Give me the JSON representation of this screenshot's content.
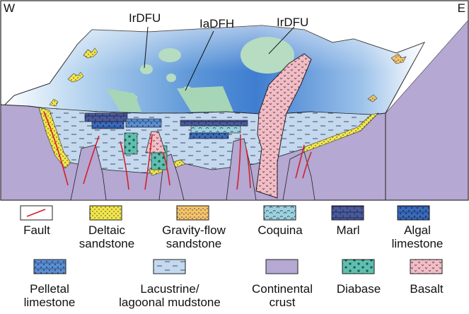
{
  "orientation": {
    "west": "W",
    "east": "E"
  },
  "callouts": {
    "irdfu_left": "IrDFU",
    "iadfh": "IaDFH",
    "irdfu_right": "IrDFU"
  },
  "legend_row1": [
    {
      "key": "fault",
      "lines": [
        "Fault"
      ]
    },
    {
      "key": "deltaic",
      "lines": [
        "Deltaic",
        "sandstone"
      ]
    },
    {
      "key": "gravity",
      "lines": [
        "Gravity-flow",
        "sandstone"
      ]
    },
    {
      "key": "coquina",
      "lines": [
        "Coquina"
      ]
    },
    {
      "key": "marl",
      "lines": [
        "Marl"
      ]
    },
    {
      "key": "algal",
      "lines": [
        "Algal",
        "limestone"
      ]
    }
  ],
  "legend_row2": [
    {
      "key": "pelletal",
      "lines": [
        "Pelletal",
        "limestone"
      ]
    },
    {
      "key": "mudstone",
      "lines": [
        "Lacustrine/",
        "lagoonal mudstone"
      ]
    },
    {
      "key": "crust",
      "lines": [
        "Continental",
        "crust"
      ]
    },
    {
      "key": "diabase",
      "lines": [
        "Diabase"
      ]
    },
    {
      "key": "basalt",
      "lines": [
        "Basalt"
      ]
    }
  ],
  "colors": {
    "crust": "#b5a8d2",
    "basalt": "#f4bcc6",
    "sandstone": "#f2e64a",
    "gravity_sand": "#f4c36a",
    "coquina": "#9ed0de",
    "marl": "#4a5a9a",
    "algal": "#3a6ab8",
    "pelletal": "#5a8ed0",
    "mud": "#c4d8ee",
    "diabase": "#5fbfae",
    "fault": "#d4202a",
    "fan": "#b6dcc2"
  }
}
